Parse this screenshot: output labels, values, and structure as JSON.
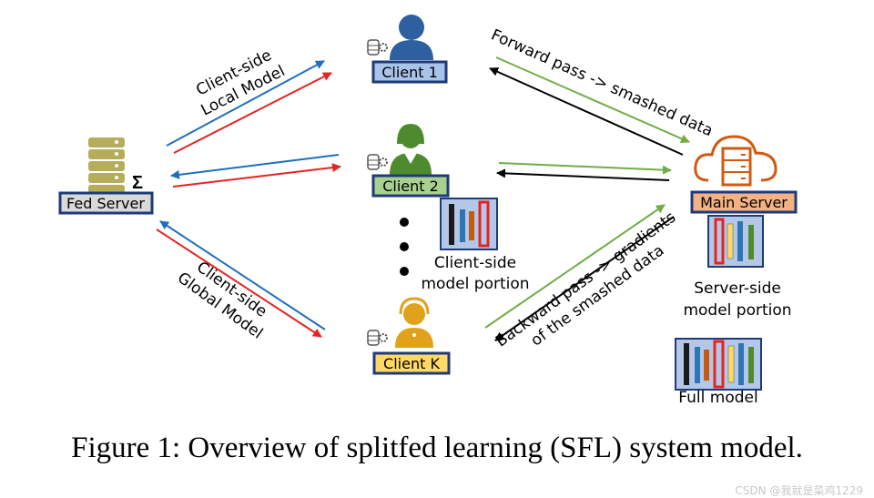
{
  "nodes": {
    "fed_server": "Fed Server",
    "client_1": "Client 1",
    "client_2": "Client 2",
    "client_k": "Client K",
    "main_server": "Main Server"
  },
  "labels": {
    "client_local_line1": "Client-side",
    "client_local_line2": "Local Model",
    "client_global_line1": "Client-side",
    "client_global_line2": "Global Model",
    "forward_pass": "Forward pass -> smashed data",
    "backward_line1": "Backward pass -> gradients",
    "backward_line2": "of the smashed data",
    "client_portion_line1": "Client-side",
    "client_portion_line2": "model portion",
    "server_portion_line1": "Server-side",
    "server_portion_line2": "model portion",
    "full_model": "Full model",
    "sigma": "Σ"
  },
  "caption": "Figure 1: Overview of splitfed learning (SFL) system model.",
  "watermark": "CSDN @我就是菜鸡1229",
  "colors": {
    "blue_arrow": "#1f6fbf",
    "red_arrow": "#e52421",
    "green_arrow": "#70ad47",
    "black_arrow": "#000000",
    "box_border": "#1f3a7a",
    "fed_server_fill": "#d9d9d9",
    "client_1_fill": "#a9c4e8",
    "client_2_fill": "#a9d18e",
    "client_k_fill": "#ffd966",
    "main_server_fill": "#f4b183",
    "client_1_icon": "#2e5f9e",
    "client_2_icon": "#4e8a2e",
    "client_k_icon": "#e0a21a",
    "fed_server_icon": "#b5ad5a",
    "main_server_icon": "#d05a14"
  }
}
